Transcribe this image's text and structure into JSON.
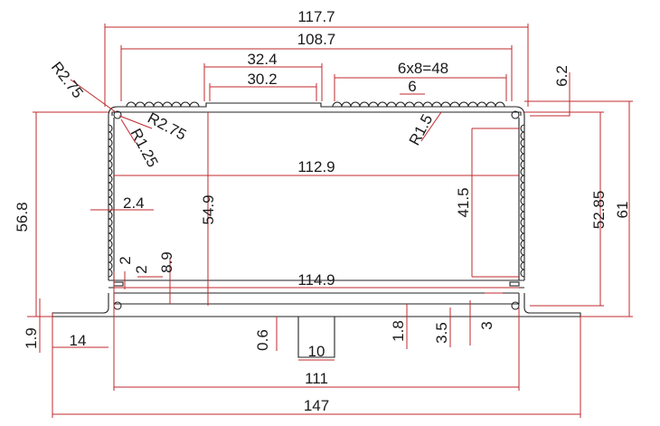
{
  "drawing": {
    "overall_top_width": "117.7",
    "inner_top_width": "108.7",
    "slot_outer_width": "32.4",
    "slot_inner_width": "30.2",
    "fin_pattern": "6x8=48",
    "fin_pitch": "6",
    "right_top_step": "6.2",
    "corner_radius_outer": "R2.75",
    "corner_radius_inner": "R2.75",
    "corner_radius_small": "R1.25",
    "fin_radius": "R1.5",
    "inner_width": "112.9",
    "left_height": "56.8",
    "wall_thickness": "2.4",
    "inner_height": "54.9",
    "right_inner_height": "41.5",
    "right_height_a": "52.85",
    "right_height_b": "61",
    "rail_dim_a": "2",
    "rail_dim_b": "2",
    "rail_height": "8.9",
    "rail_width": "114.9",
    "flange_thickness": "1.9",
    "flange_width": "14",
    "tab_gap": "0.6",
    "tab_width": "10",
    "tab_height": "1.8",
    "step_a": "3.5",
    "step_b": "3",
    "base_inner_width": "111",
    "base_total_width": "147"
  }
}
